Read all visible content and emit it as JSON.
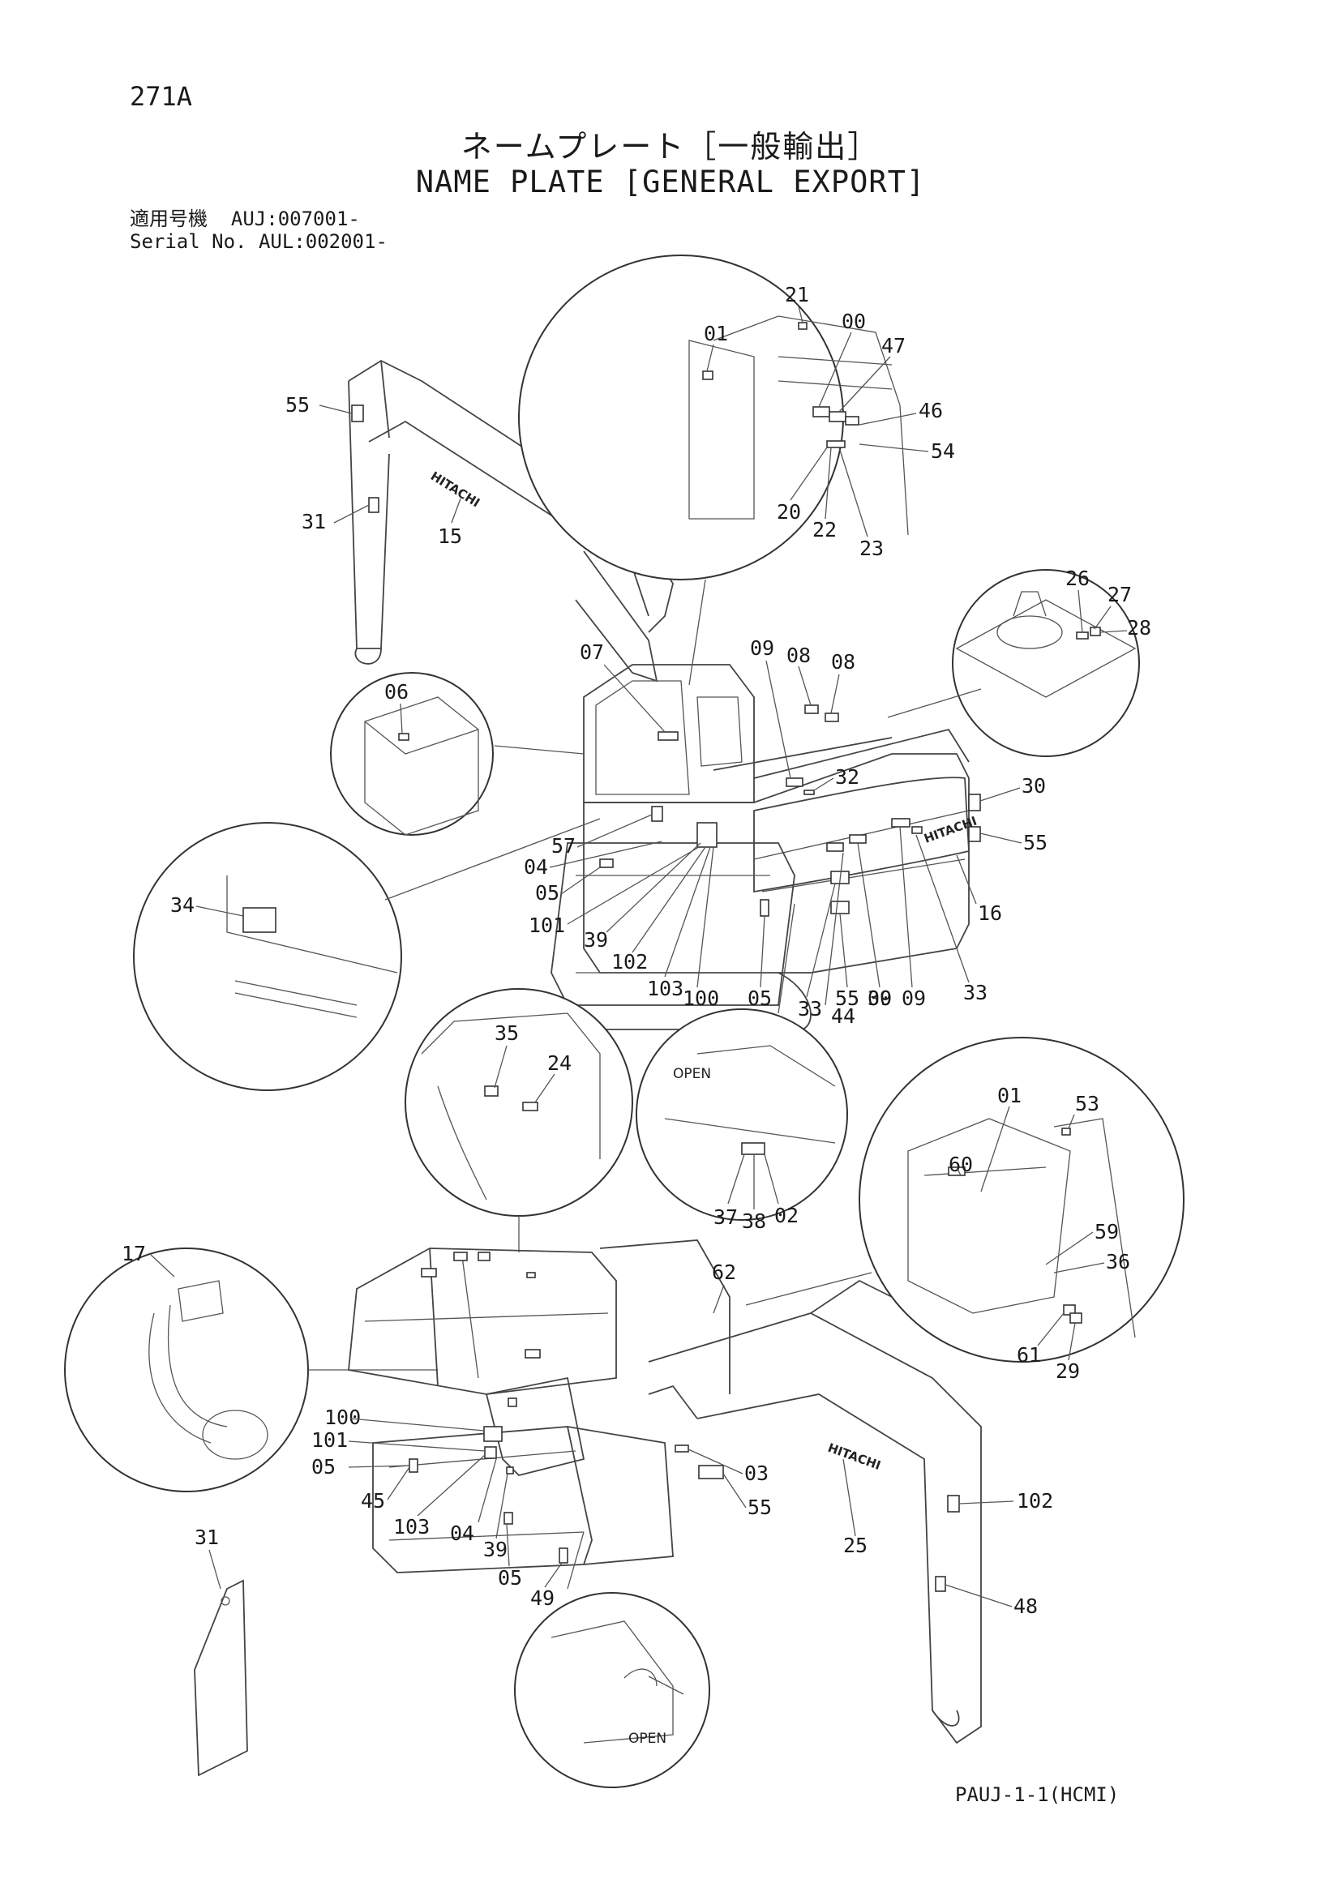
{
  "header": {
    "page_id": "271A",
    "title_jp": "ネームプレート［一般輸出］",
    "title_en": "NAME PLATE [GENERAL EXPORT]",
    "serial_rows": [
      {
        "label": "適用号機",
        "value": "AUJ:007001-"
      },
      {
        "label": "Serial No.",
        "value": "AUL:002001-"
      }
    ]
  },
  "diagram": {
    "brand_text": "HITACHI",
    "open_label": "OPEN",
    "callouts": [
      "21",
      "01",
      "00",
      "47",
      "46",
      "54",
      "20",
      "22",
      "23",
      "55",
      "31",
      "15",
      "26",
      "27",
      "28",
      "07",
      "09",
      "08",
      "08",
      "06",
      "32",
      "30",
      "55",
      "57",
      "04",
      "05",
      "101",
      "39",
      "102",
      "103",
      "100",
      "05",
      "16",
      "33",
      "09",
      "09",
      "30",
      "55",
      "33",
      "44",
      "34",
      "35",
      "24",
      "53",
      "01",
      "60",
      "59",
      "36",
      "37",
      "38",
      "02",
      "17",
      "62",
      "61",
      "29",
      "100",
      "101",
      "05",
      "45",
      "03",
      "55",
      "102",
      "103",
      "04",
      "39",
      "05",
      "49",
      "25",
      "31",
      "48"
    ]
  },
  "footer": {
    "code": "PAUJ-1-1(HCMI)"
  }
}
